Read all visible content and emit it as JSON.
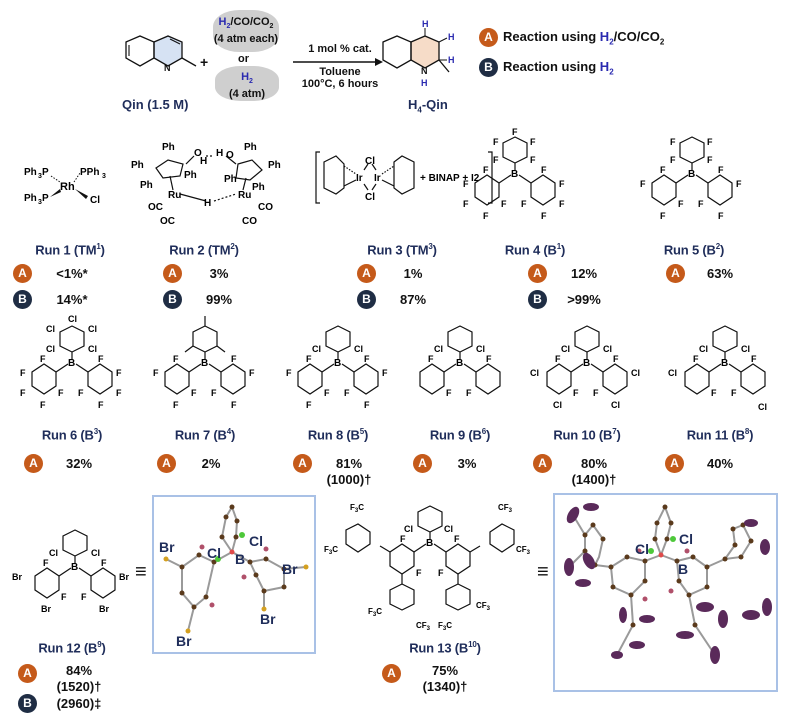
{
  "scheme": {
    "reactant_label": "Qin (1.5 M)",
    "plus": "+",
    "gas_option_1_line1": "H2/CO/CO2",
    "gas_option_1_line2": "(4 atm each)",
    "gas_or": "or",
    "gas_option_2_line1": "H2",
    "gas_option_2_line2": "(4 atm)",
    "arrow_above": "1 mol % cat.",
    "arrow_below_1": "Toluene",
    "arrow_below_2": "100°C, 6 hours",
    "product_label": "H4-Qin",
    "colors": {
      "badge_a": "#c55a1a",
      "badge_b": "#1f2d44",
      "run_label": "#1f2d5a",
      "xray_border": "#a9c1e6",
      "reactant_ring": "#d6e2f3",
      "product_ring": "#f6dcc8"
    }
  },
  "legend": [
    {
      "badge": "A",
      "text": "Reaction using ",
      "gas": "H2/CO/CO2"
    },
    {
      "badge": "B",
      "text": "Reaction using ",
      "gas": "H2"
    }
  ],
  "runs": [
    {
      "run": "Run 1",
      "cat": "TM",
      "sup": "1",
      "A": "<1%*",
      "B": "14%*"
    },
    {
      "run": "Run 2",
      "cat": "TM",
      "sup": "2",
      "A": "3%",
      "B": "99%"
    },
    {
      "run": "Run 3",
      "cat": "TM",
      "sup": "3",
      "A": "1%",
      "B": "87%"
    },
    {
      "run": "Run 4",
      "cat": "B",
      "sup": "1",
      "A": "12%",
      "B": ">99%"
    },
    {
      "run": "Run 5",
      "cat": "B",
      "sup": "2",
      "A": "63%"
    },
    {
      "run": "Run 6",
      "cat": "B",
      "sup": "3",
      "A": "32%"
    },
    {
      "run": "Run 7",
      "cat": "B",
      "sup": "4",
      "A": "2%"
    },
    {
      "run": "Run 8",
      "cat": "B",
      "sup": "5",
      "A": "81%",
      "A_ton": "(1000)†"
    },
    {
      "run": "Run 9",
      "cat": "B",
      "sup": "6",
      "A": "3%"
    },
    {
      "run": "Run 10",
      "cat": "B",
      "sup": "7",
      "A": "80%",
      "A_ton": "(1400)†"
    },
    {
      "run": "Run 11",
      "cat": "B",
      "sup": "8",
      "A": "40%"
    },
    {
      "run": "Run 12",
      "cat": "B",
      "sup": "9",
      "A": "84%",
      "A_ton": "(1520)†",
      "B_ton": "(2960)‡"
    },
    {
      "run": "Run 13",
      "cat": "B",
      "sup": "10",
      "A": "75%",
      "A_ton": "(1340)†"
    }
  ],
  "structures": {
    "run1": {
      "ligands": [
        "Ph3P",
        "PPh3",
        "Ph3P",
        "Cl"
      ],
      "metal": "Rh"
    },
    "run2": {
      "metal": "Ru",
      "groups": [
        "Ph",
        "OC",
        "CO",
        "O",
        "H"
      ]
    },
    "run3": {
      "metal": "Ir",
      "bridging": "Cl",
      "additives": "+ BINAP + I2"
    },
    "xray_labels": {
      "run12": [
        "Br",
        "Cl",
        "Cl",
        "B",
        "Br",
        "Br",
        "Br"
      ],
      "run13": [
        "Cl",
        "Cl",
        "B"
      ]
    },
    "equiv_symbol": "≡"
  }
}
